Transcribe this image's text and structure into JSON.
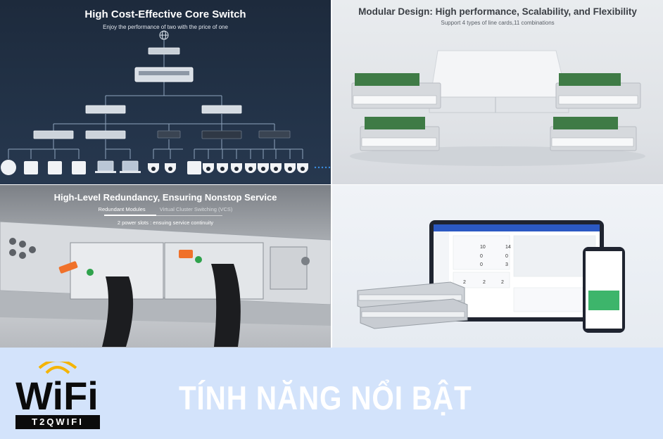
{
  "panels": {
    "core_switch": {
      "title": "High Cost-Effective Core Switch",
      "subtitle": "Enjoy the performance of two with the price of one"
    },
    "modular": {
      "title": "Modular Design: High performance, Scalability, and Flexibility",
      "subtitle": "Support 4 types of line cards,11 combinations"
    },
    "redundancy": {
      "title": "High-Level Redundancy, Ensuring Nonstop Service",
      "tab_active": "Redundant Modules",
      "tab_inactive": "Virtual Cluster Switching (VCS)",
      "subtitle": "2 power slots : ensuing service continuity"
    },
    "management": {
      "dashboard": {
        "values": [
          "10",
          "14",
          "0",
          "0",
          "0",
          "3",
          "2",
          "2",
          "2"
        ]
      }
    }
  },
  "banner": {
    "logo_text": "WiFi",
    "brand": "T2QWIFI",
    "headline": "TÍNH NĂNG NỔI BẬT",
    "background": "#d3e3fb",
    "logo_accent": "#f5b400"
  },
  "icons": [
    "globe-icon",
    "access-point-icon",
    "camera-icon",
    "laptop-icon",
    "wifi-logo-icon"
  ]
}
